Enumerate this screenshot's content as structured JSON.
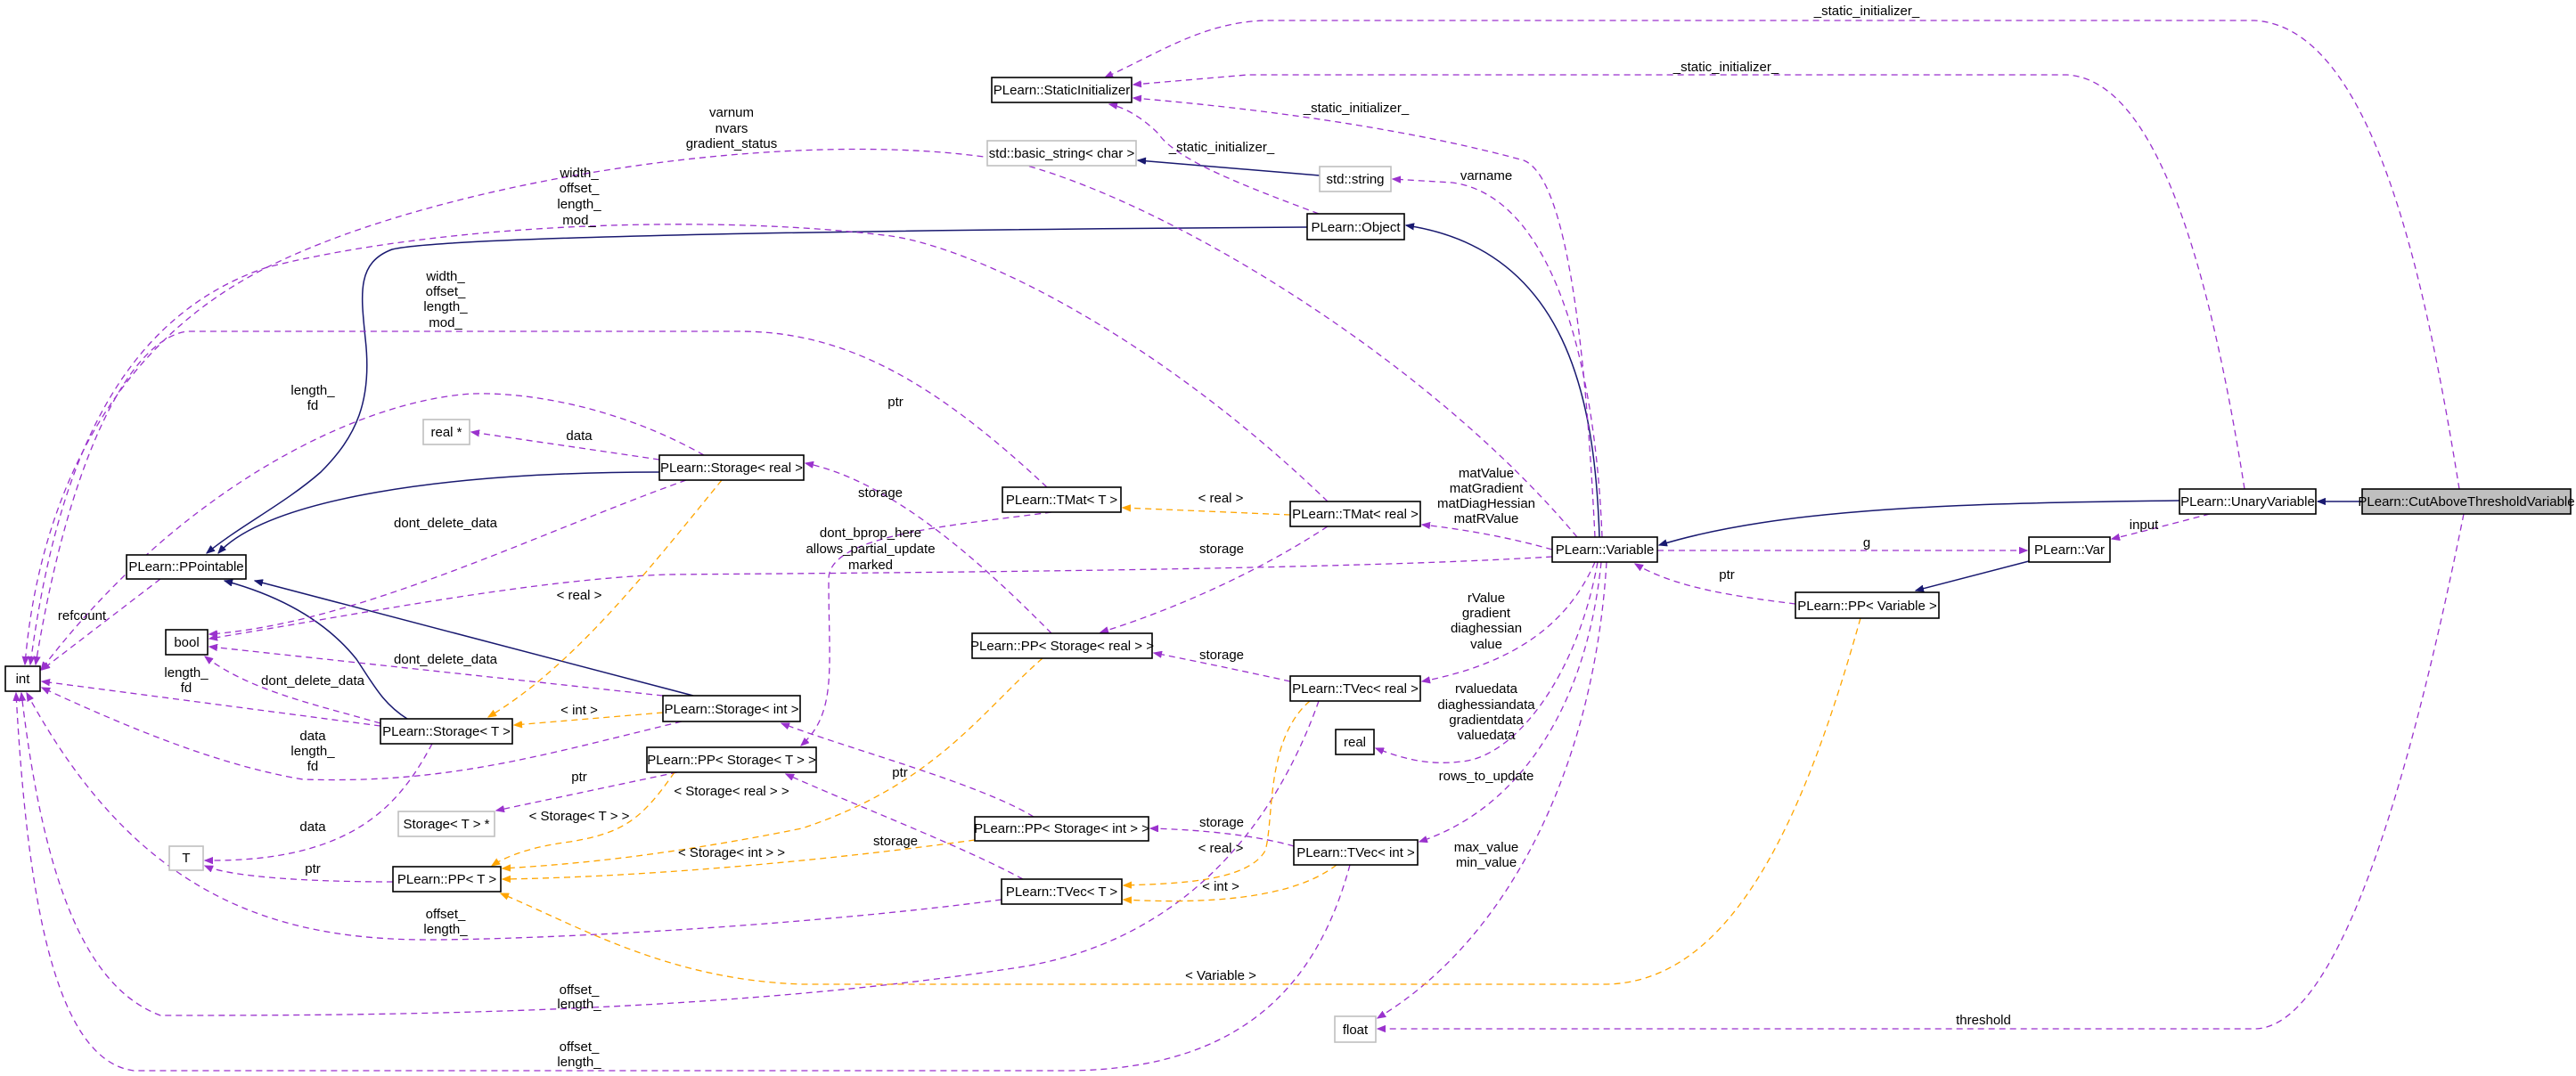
{
  "colors": {
    "member": "#9a32cd",
    "template": "#ffa500",
    "inheritance": "#191970",
    "highlight": "#bfbfbf"
  },
  "nodes": {
    "static_init": "PLearn::StaticInitializer",
    "basic_string": "std::basic_string< char >",
    "std_string": "std::string",
    "object": "PLearn::Object",
    "tmat_t": "PLearn::TMat< T >",
    "tmat_real": "PLearn::TMat< real >",
    "variable": "PLearn::Variable",
    "unary": "PLearn::UnaryVariable",
    "cut": "PLearn::CutAboveThresholdVariable",
    "var": "PLearn::Var",
    "pp_variable": "PLearn::PP< Variable >",
    "real_ptr": "real *",
    "storage_real": "PLearn::Storage< real >",
    "ppointable": "PLearn::PPointable",
    "bool": "bool",
    "int": "int",
    "storage_t": "PLearn::Storage< T >",
    "storage_int": "PLearn::Storage< int >",
    "pp_storage_t": "PLearn::PP< Storage< T > >",
    "storage_t_ptr": "Storage< T > *",
    "t": "T",
    "pp_t": "PLearn::PP< T >",
    "pp_storage_real": "PLearn::PP< Storage< real > >",
    "tvec_real": "PLearn::TVec< real >",
    "real": "real",
    "pp_storage_int": "PLearn::PP< Storage< int > >",
    "tvec_int": "PLearn::TVec< int >",
    "tvec_t": "PLearn::TVec< T >",
    "float": "float"
  },
  "edge_labels": {
    "si_top": [
      "_static_initializer_"
    ],
    "si_unary": [
      "_static_initializer_"
    ],
    "si_variable": [
      "_static_initializer_"
    ],
    "si_object": [
      "_static_initializer_"
    ],
    "varname": [
      "varname"
    ],
    "varnum": [
      "varnum",
      "nvars",
      "gradient_status"
    ],
    "width_real": [
      "width_",
      "offset_",
      "length_",
      "mod_"
    ],
    "width_t": [
      "width_",
      "offset_",
      "length_",
      "mod_"
    ],
    "storage_real_int": [
      "length_",
      "fd"
    ],
    "data_realptr": [
      "data"
    ],
    "ddd_real": [
      "dont_delete_data"
    ],
    "refcount": [
      "refcount"
    ],
    "tmpl_storage_real": [
      "< real >"
    ],
    "marked": [
      "dont_bprop_here",
      "allows_partial_update",
      "marked"
    ],
    "ddd_int": [
      "dont_delete_data"
    ],
    "storage_t_int": [
      "length_",
      "fd"
    ],
    "ddd_t": [
      "dont_delete_data"
    ],
    "tmpl_storage_int": [
      "< int >"
    ],
    "storage_int_int": [
      "data",
      "length_",
      "fd"
    ],
    "ptr_storage_t_ptr": [
      "ptr"
    ],
    "tmpl_pp_storage_real": [
      "< Storage< real > >"
    ],
    "tmpl_pp_storage_t": [
      "< Storage< T > >"
    ],
    "data_t": [
      "data"
    ],
    "ptr_t": [
      "ptr"
    ],
    "tmpl_pp_storage_int": [
      "< Storage< int > >"
    ],
    "offset_tvec_t": [
      "offset_",
      "length_"
    ],
    "offset_tvec_real": [
      "offset_",
      "length_"
    ],
    "offset_tvec_int": [
      "offset_",
      "length_"
    ],
    "ptr_storage_real": [
      "ptr"
    ],
    "storage_tmat_t": [
      "storage"
    ],
    "tmpl_tmat": [
      "< real >"
    ],
    "storage_tmat_real": [
      "storage"
    ],
    "storage_tvec_real": [
      "storage"
    ],
    "ptr_storage_int": [
      "ptr"
    ],
    "storage_tvec_t": [
      "storage"
    ],
    "storage_tvec_int": [
      "storage"
    ],
    "mat": [
      "matValue",
      "matGradient",
      "matDiagHessian",
      "matRValue"
    ],
    "g": [
      "g"
    ],
    "input": [
      "input"
    ],
    "ptr_variable": [
      "ptr"
    ],
    "rvalue": [
      "rValue",
      "gradient",
      "diaghessian",
      "value"
    ],
    "rvaluedata": [
      "rvaluedata",
      "diaghessiandata",
      "gradientdata",
      "valuedata"
    ],
    "rows": [
      "rows_to_update"
    ],
    "maxmin": [
      "max_value",
      "min_value"
    ],
    "tmpl_tvec_real": [
      "< real >"
    ],
    "tmpl_tvec_int": [
      "< int >"
    ],
    "tmpl_variable": [
      "< Variable >"
    ],
    "threshold": [
      "threshold"
    ]
  }
}
